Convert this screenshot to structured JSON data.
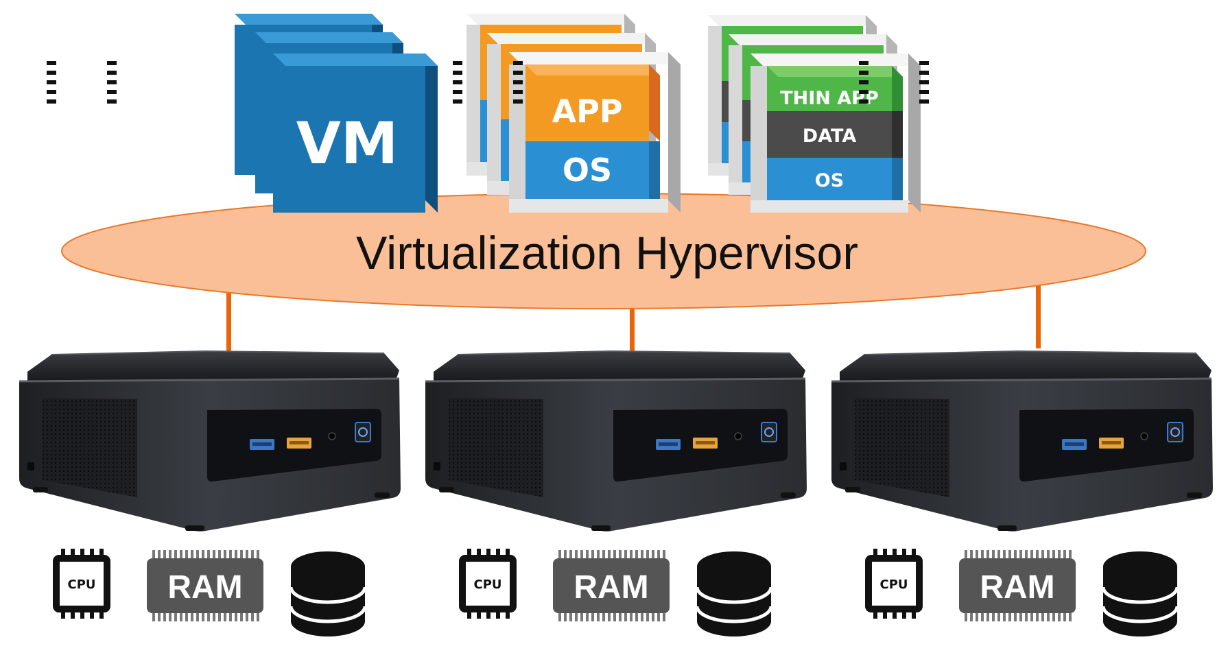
{
  "diagram": {
    "hypervisor": {
      "label": "Virtualization Hypervisor"
    },
    "workloads": [
      {
        "kind": "vm",
        "label": "VM"
      },
      {
        "kind": "app-stack",
        "layers": [
          {
            "label": "APP"
          },
          {
            "label": "OS"
          }
        ]
      },
      {
        "kind": "thin-app-stack",
        "layers": [
          {
            "label": "THIN APP"
          },
          {
            "label": "DATA"
          },
          {
            "label": "OS"
          }
        ]
      }
    ],
    "hosts": [
      {
        "cpu_label": "CPU",
        "ram_label": "RAM"
      },
      {
        "cpu_label": "CPU",
        "ram_label": "RAM"
      },
      {
        "cpu_label": "CPU",
        "ram_label": "RAM"
      }
    ],
    "colors": {
      "vm_blue": "#1a75b0",
      "app_orange": "#f39a22",
      "os_blue": "#2b8fd4",
      "thin_green": "#4fb748",
      "data_gray": "#4b4b4b",
      "hypervisor_fill": "#fbbf98",
      "connector": "#e8650a",
      "server_body": "#2e3136",
      "icon_black": "#111111",
      "ram_gray": "#555555"
    }
  }
}
